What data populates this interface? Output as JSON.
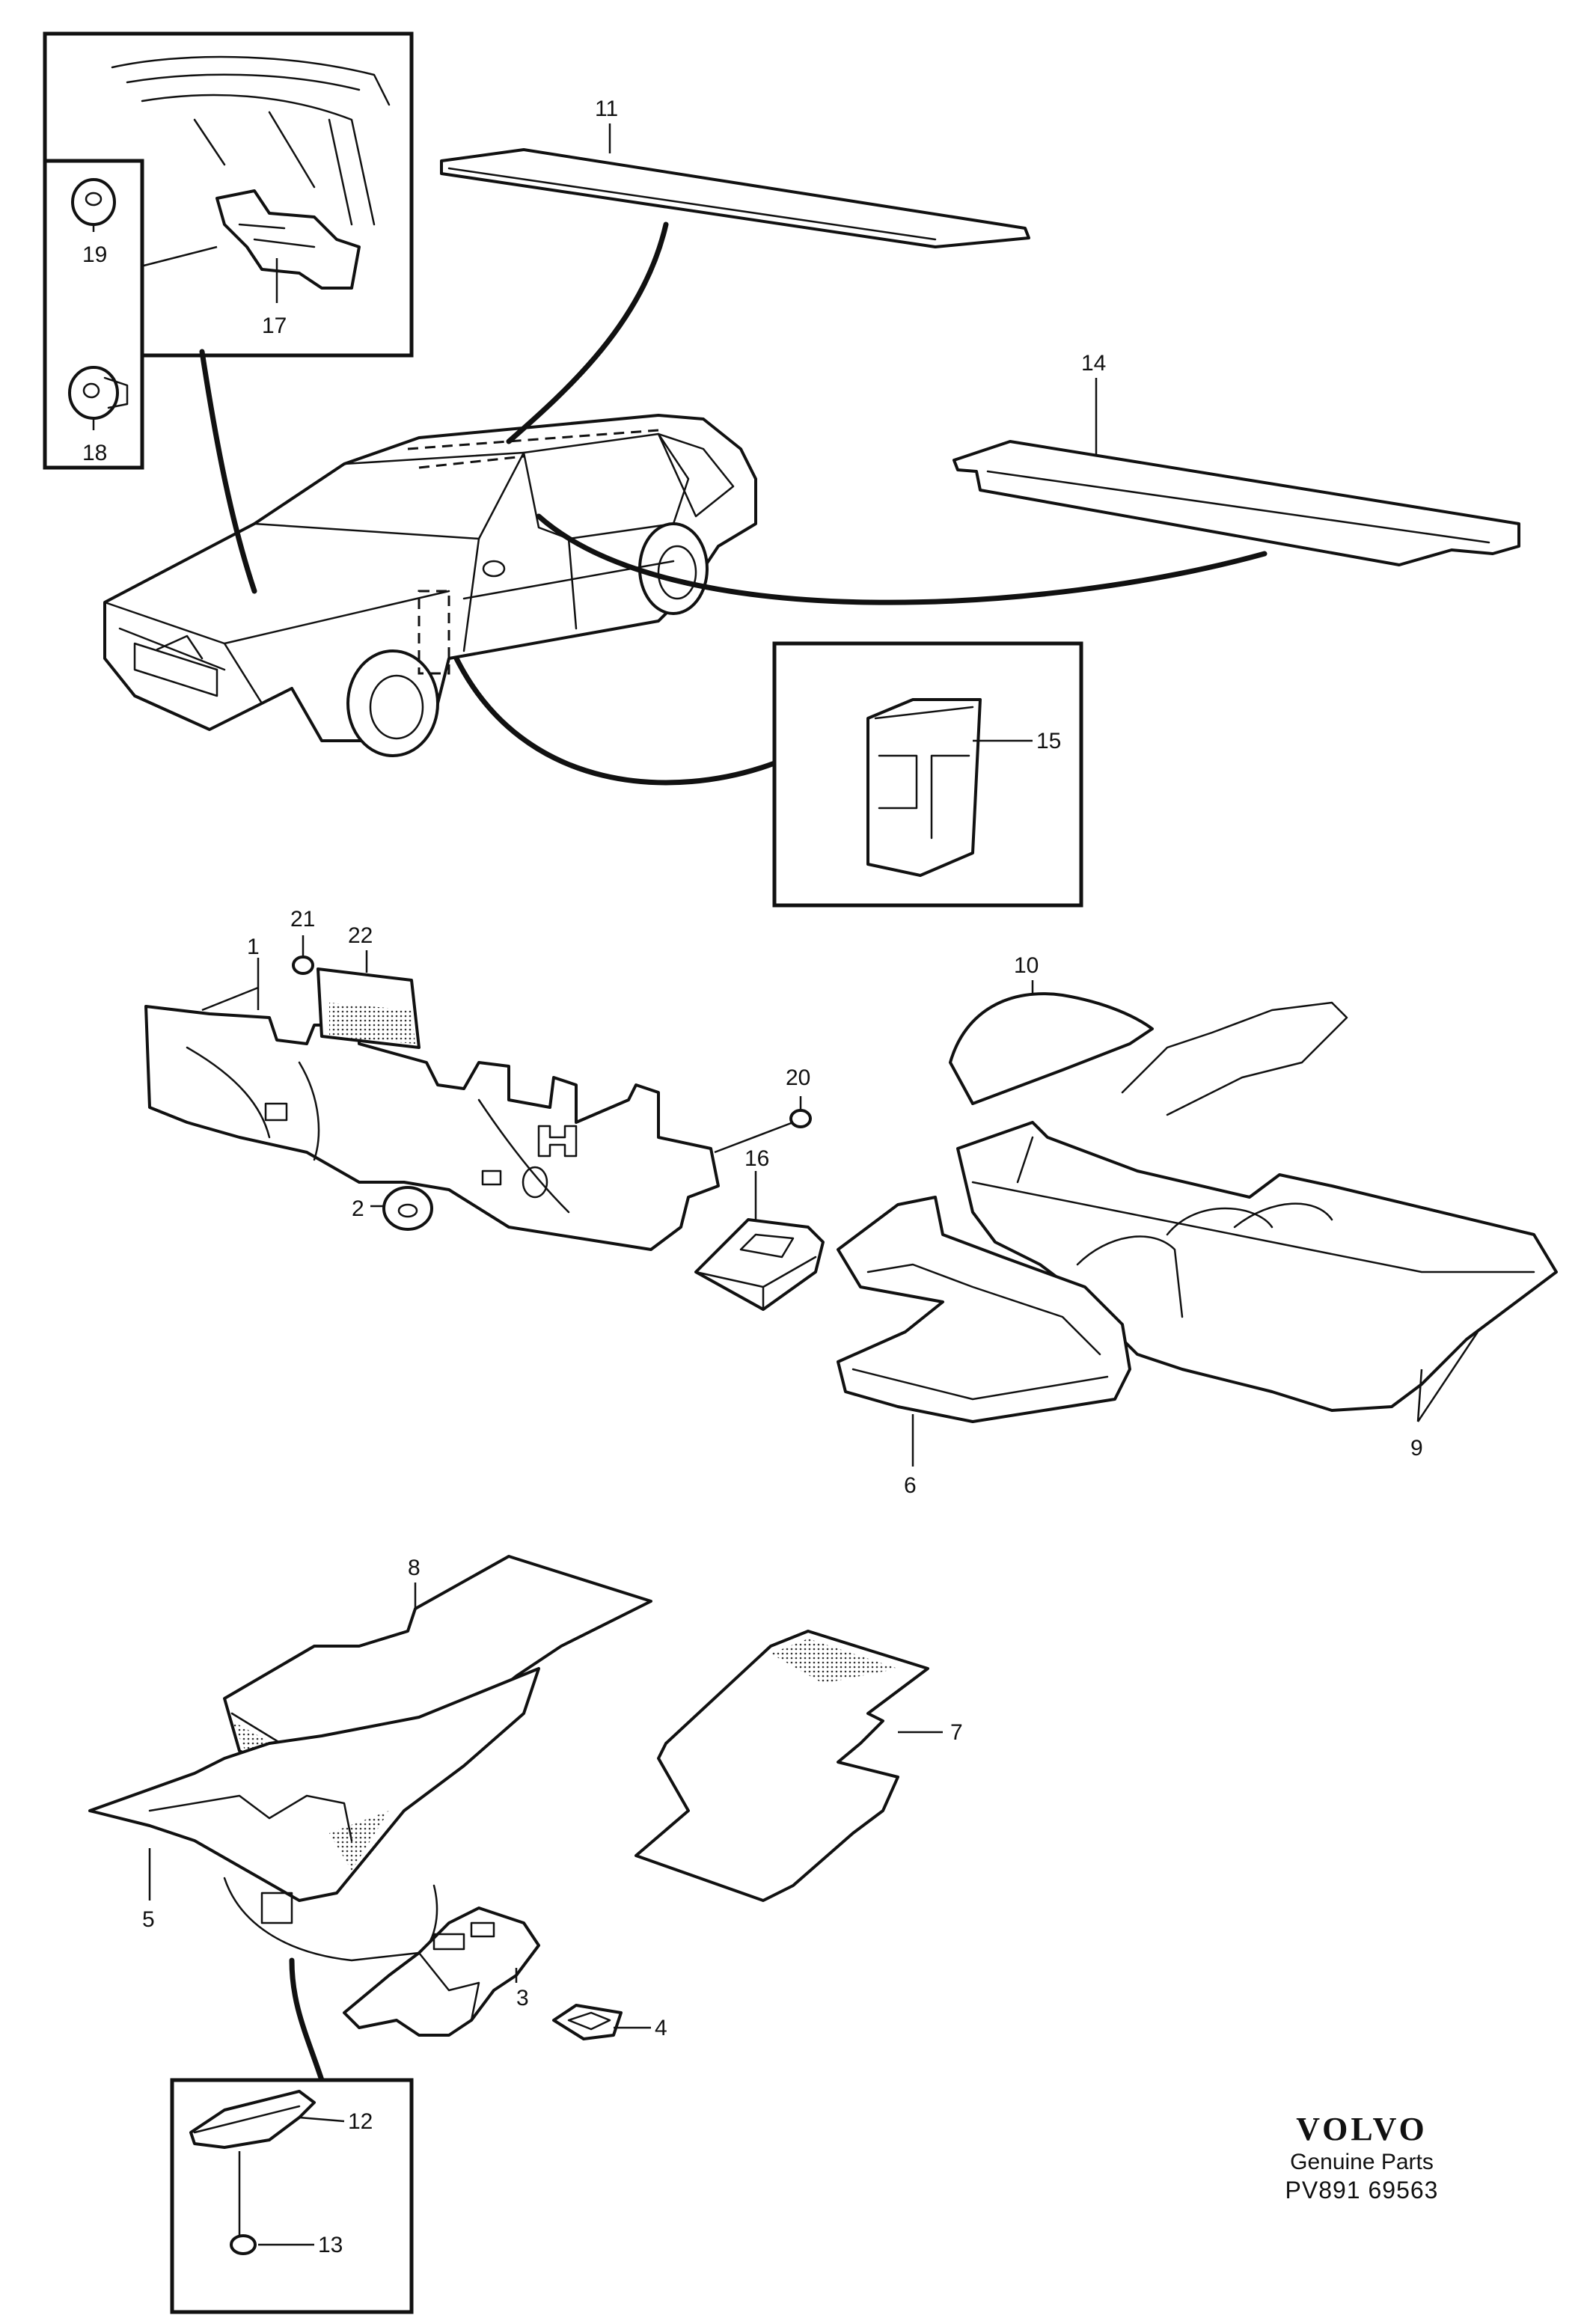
{
  "brand": {
    "logo": "VOLVO",
    "subtitle": "Genuine Parts",
    "code": "PV891 69563"
  },
  "callouts": {
    "p1": "1",
    "p2": "2",
    "p3": "3",
    "p4": "4",
    "p5": "5",
    "p6": "6",
    "p7": "7",
    "p8": "8",
    "p9": "9",
    "p10": "10",
    "p11": "11",
    "p12": "12",
    "p13": "13",
    "p14": "14",
    "p15": "15",
    "p16": "16",
    "p17": "17",
    "p18": "18",
    "p19": "19",
    "p20": "20",
    "p21": "21",
    "p22": "22"
  }
}
